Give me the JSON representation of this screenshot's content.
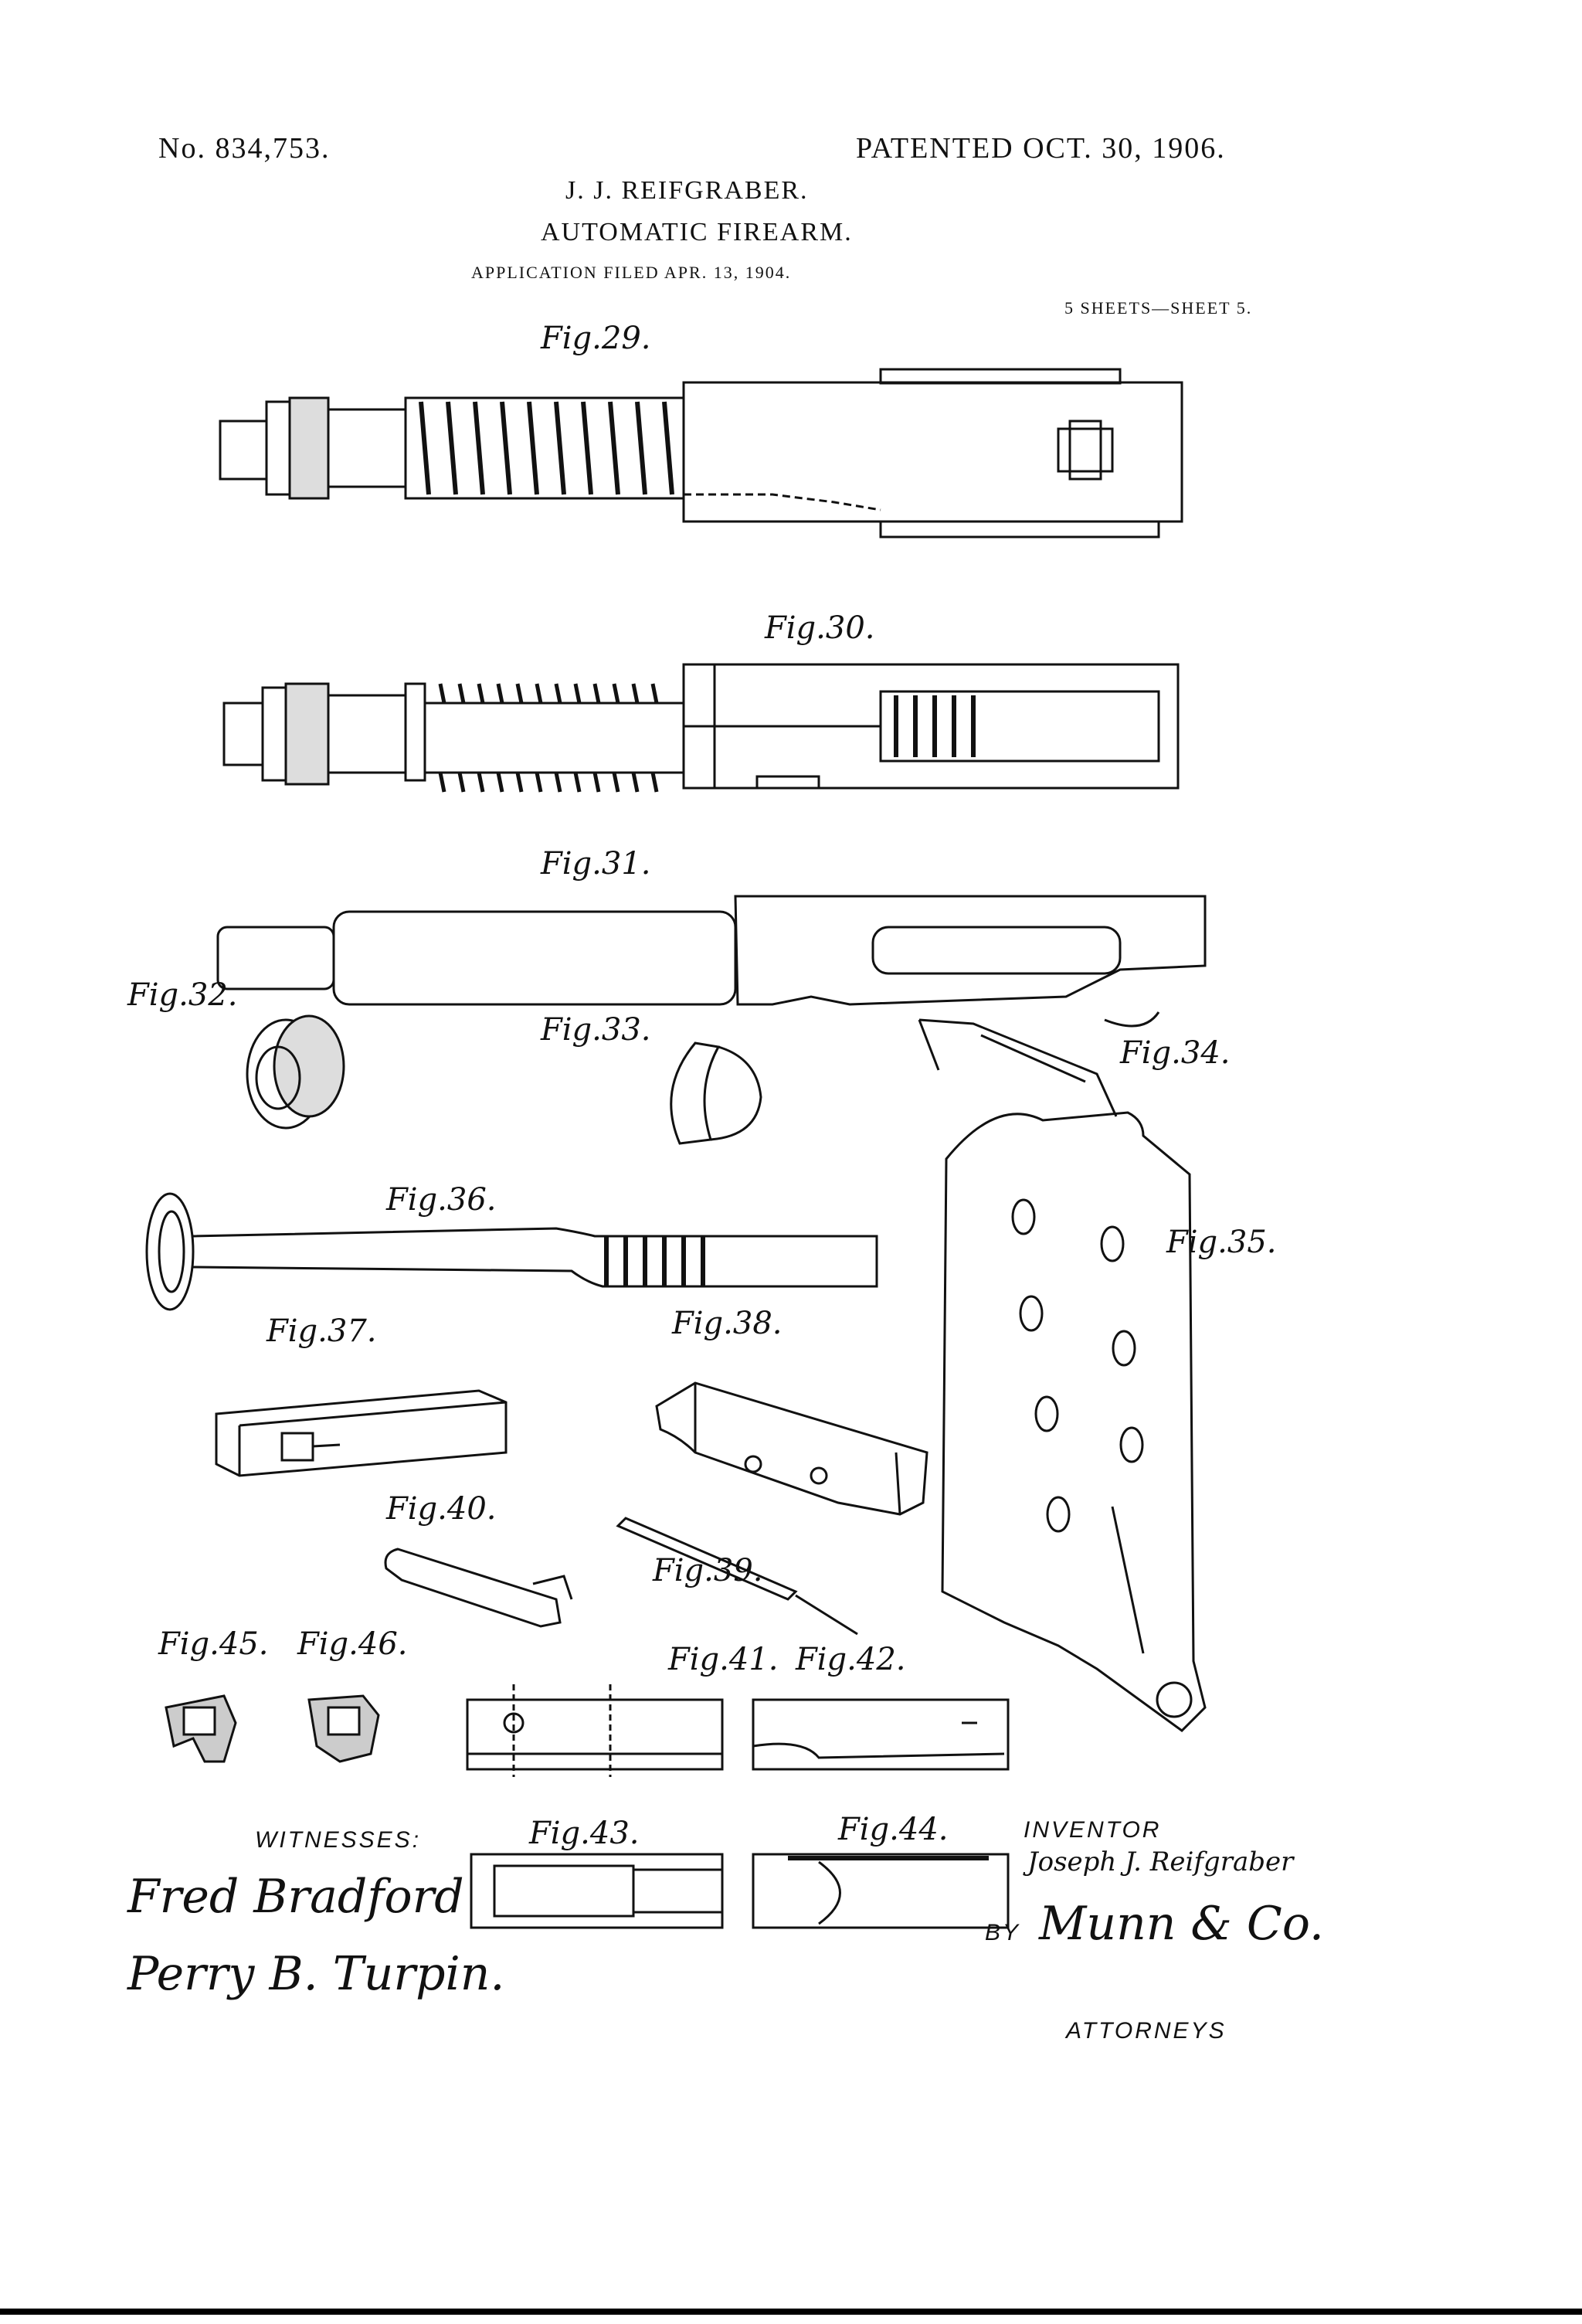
{
  "header": {
    "number": "No. 834,753.",
    "patented": "PATENTED OCT. 30, 1906.",
    "inventor_name": "J. J. REIFGRABER.",
    "title": "AUTOMATIC FIREARM.",
    "application": "APPLICATION FILED APR. 13, 1904.",
    "sheets": "5 SHEETS—SHEET 5."
  },
  "figures": {
    "fig29": "Fig.29.",
    "fig30": "Fig.30.",
    "fig31": "Fig.31.",
    "fig32": "Fig.32.",
    "fig33": "Fig.33.",
    "fig34": "Fig.34.",
    "fig35": "Fig.35.",
    "fig36": "Fig.36.",
    "fig37": "Fig.37.",
    "fig38": "Fig.38.",
    "fig39": "Fig.39.",
    "fig40": "Fig.40.",
    "fig41": "Fig.41.",
    "fig42": "Fig.42.",
    "fig43": "Fig.43.",
    "fig44": "Fig.44.",
    "fig45": "Fig.45.",
    "fig46": "Fig.46."
  },
  "footer": {
    "witnesses_label": "WITNESSES:",
    "witness_1": "Fred Bradford",
    "witness_2": "Perry B. Turpin.",
    "inventor_label": "INVENTOR",
    "inventor_signature": "Joseph J. Reifgraber",
    "by_label": "BY",
    "attorney_signature": "Munn & Co.",
    "attorneys_label": "ATTORNEYS"
  }
}
